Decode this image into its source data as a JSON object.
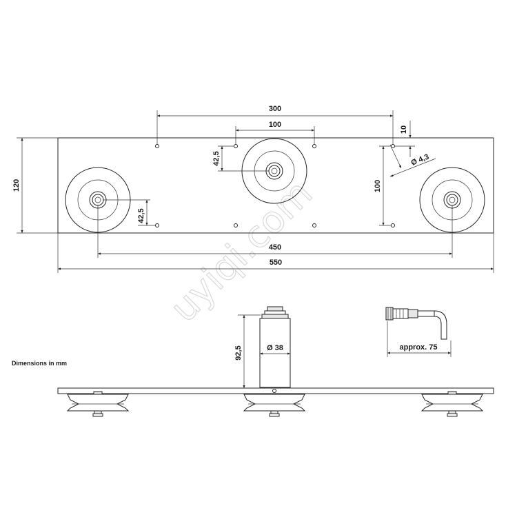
{
  "dimensions": {
    "top_span": "300",
    "center_span": "100",
    "hole_offset": "10",
    "hole_diameter": "Ø 4,3",
    "right_vertical": "100",
    "center_vertical": "42,5",
    "left_vertical": "42,5",
    "plate_height": "120",
    "pulley_span": "450",
    "plate_length": "550",
    "shaft_height": "92,5",
    "shaft_diameter": "Ø 38",
    "cable_length": "approx. 75"
  },
  "note": "Dimensions in mm",
  "watermark": "uyiqi.com"
}
